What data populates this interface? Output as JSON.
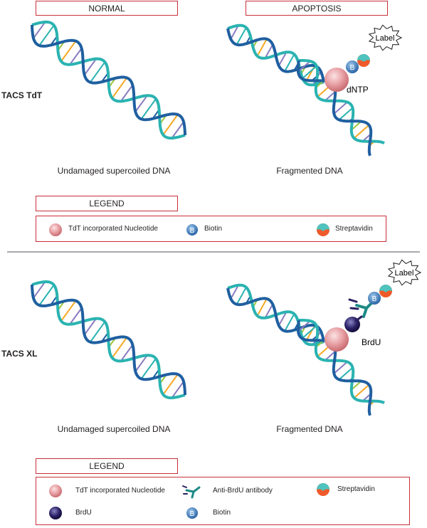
{
  "headers": {
    "normal": "NORMAL",
    "apoptosis": "APOPTOSIS"
  },
  "panel1": {
    "side_label": "TACS TdT",
    "caption_left": "Undamaged supercoiled DNA",
    "caption_right": "Fragmented DNA",
    "label_burst": "Label",
    "biotin_letter": "B",
    "dntp_label": "dNTP",
    "legend_title": "LEGEND",
    "legend": {
      "nucleotide": "TdT incorporated Nucleotide",
      "biotin": "Biotin",
      "biotin_letter": "B",
      "streptavidin": "Streptavidin"
    }
  },
  "panel2": {
    "side_label": "TACS XL",
    "caption_left": "Undamaged supercoiled DNA",
    "caption_right": "Fragmented DNA",
    "label_burst": "Label",
    "biotin_letter": "B",
    "brdu_label": "BrdU",
    "legend_title": "LEGEND",
    "legend": {
      "nucleotide": "TdT incorporated Nucleotide",
      "antibody": "Anti-BrdU antibody",
      "streptavidin": "Streptavidin",
      "brdu": "BrdU",
      "biotin": "Biotin",
      "biotin_letter": "B"
    }
  },
  "colors": {
    "frame": "#c8303a",
    "strand_dark": "#1f5fa0",
    "strand_light": "#2ab3b1",
    "nucleotide": "#e39a9e",
    "biotin": "#3b78b8",
    "streptavidin_top": "#4fc3bd",
    "streptavidin_bottom": "#ef5a2a",
    "brdu": "#2a2060",
    "antibody": "#1e8a86"
  }
}
